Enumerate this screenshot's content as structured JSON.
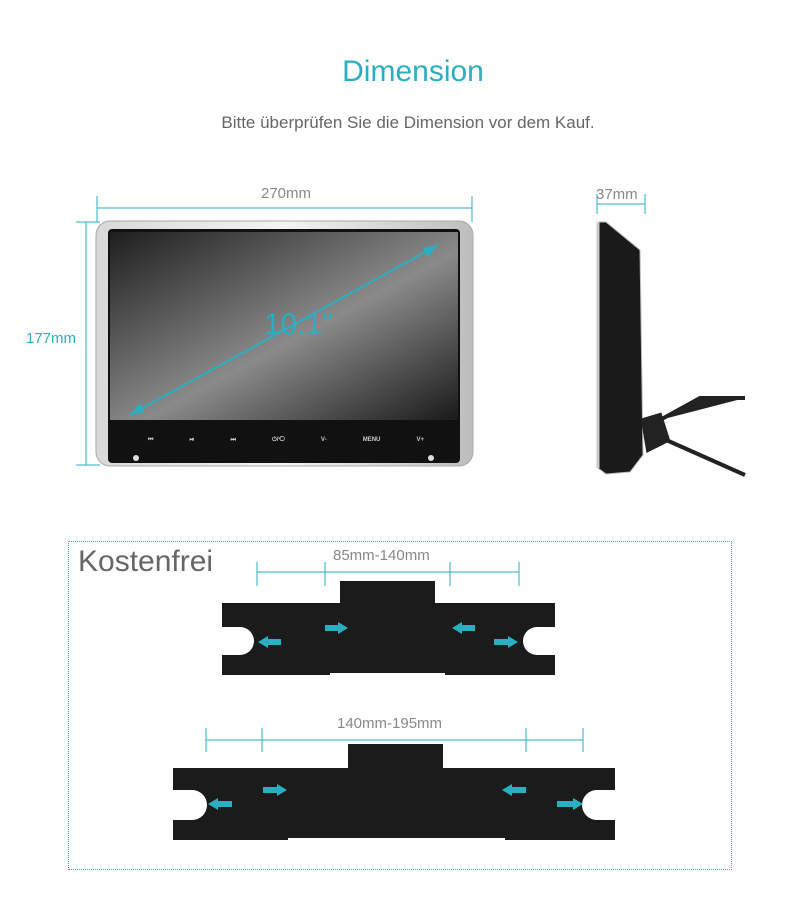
{
  "header": {
    "title": "Dimension",
    "subtitle": "Bitte überprüfen Sie die Dimension vor dem Kauf."
  },
  "front_view": {
    "width_label": "270mm",
    "height_label": "177mm",
    "diagonal_label": "10.1\"",
    "buttons": [
      "⏮",
      "⏯",
      "⏭",
      "⏻/⟲",
      "V-",
      "MENU",
      "V+"
    ]
  },
  "side_view": {
    "depth_label": "37mm"
  },
  "accessories": {
    "title": "Kostenfrei",
    "range_small": "85mm-140mm",
    "range_large": "140mm-195mm"
  },
  "colors": {
    "accent": "#2aafc2"
  }
}
